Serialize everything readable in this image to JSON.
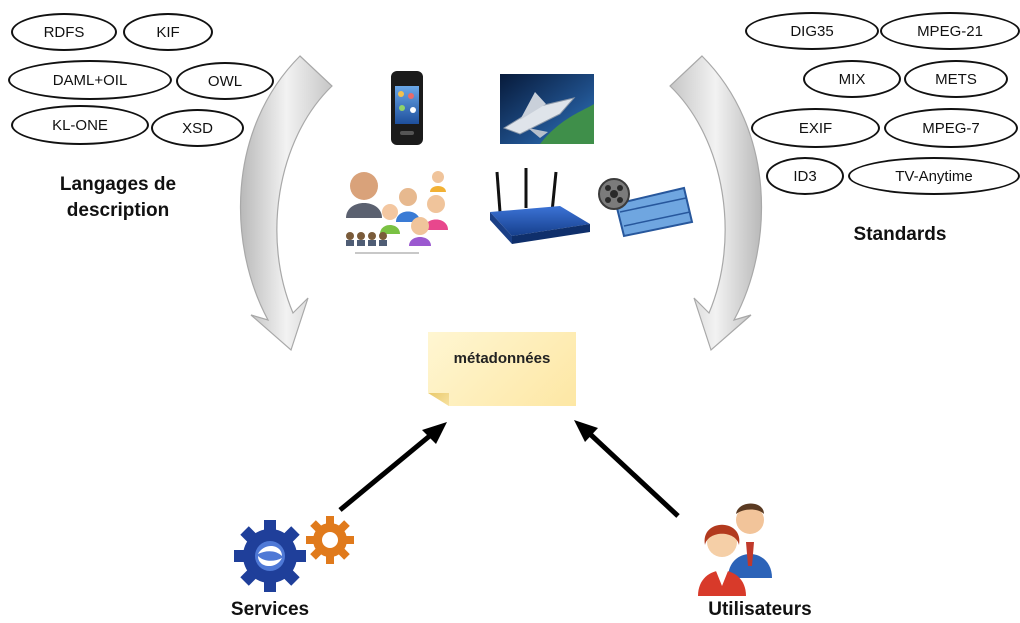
{
  "left_group": {
    "items": [
      "RDFS",
      "KIF",
      "DAML+OIL",
      "OWL",
      "KL-ONE",
      "XSD"
    ],
    "label_line1": "Langages de",
    "label_line2": "description"
  },
  "right_group": {
    "items": [
      "DIG35",
      "MPEG-21",
      "MIX",
      "METS",
      "EXIF",
      "MPEG-7",
      "ID3",
      "TV-Anytime"
    ],
    "label": "Standards"
  },
  "center": {
    "note_text": "métadonnées"
  },
  "bottom": {
    "services_label": "Services",
    "users_label": "Utilisateurs"
  },
  "icons": [
    "mobile-phone-icon",
    "spacecraft-image-icon",
    "people-community-icon",
    "wifi-router-icon",
    "film-reel-icon",
    "gears-icon",
    "users-icon"
  ],
  "colors": {
    "arrow_gray": "#cfcfcf",
    "note_yellow": "#fde7a4",
    "gear_blue": "#1f3f9a",
    "gear_orange": "#e07a1c"
  }
}
